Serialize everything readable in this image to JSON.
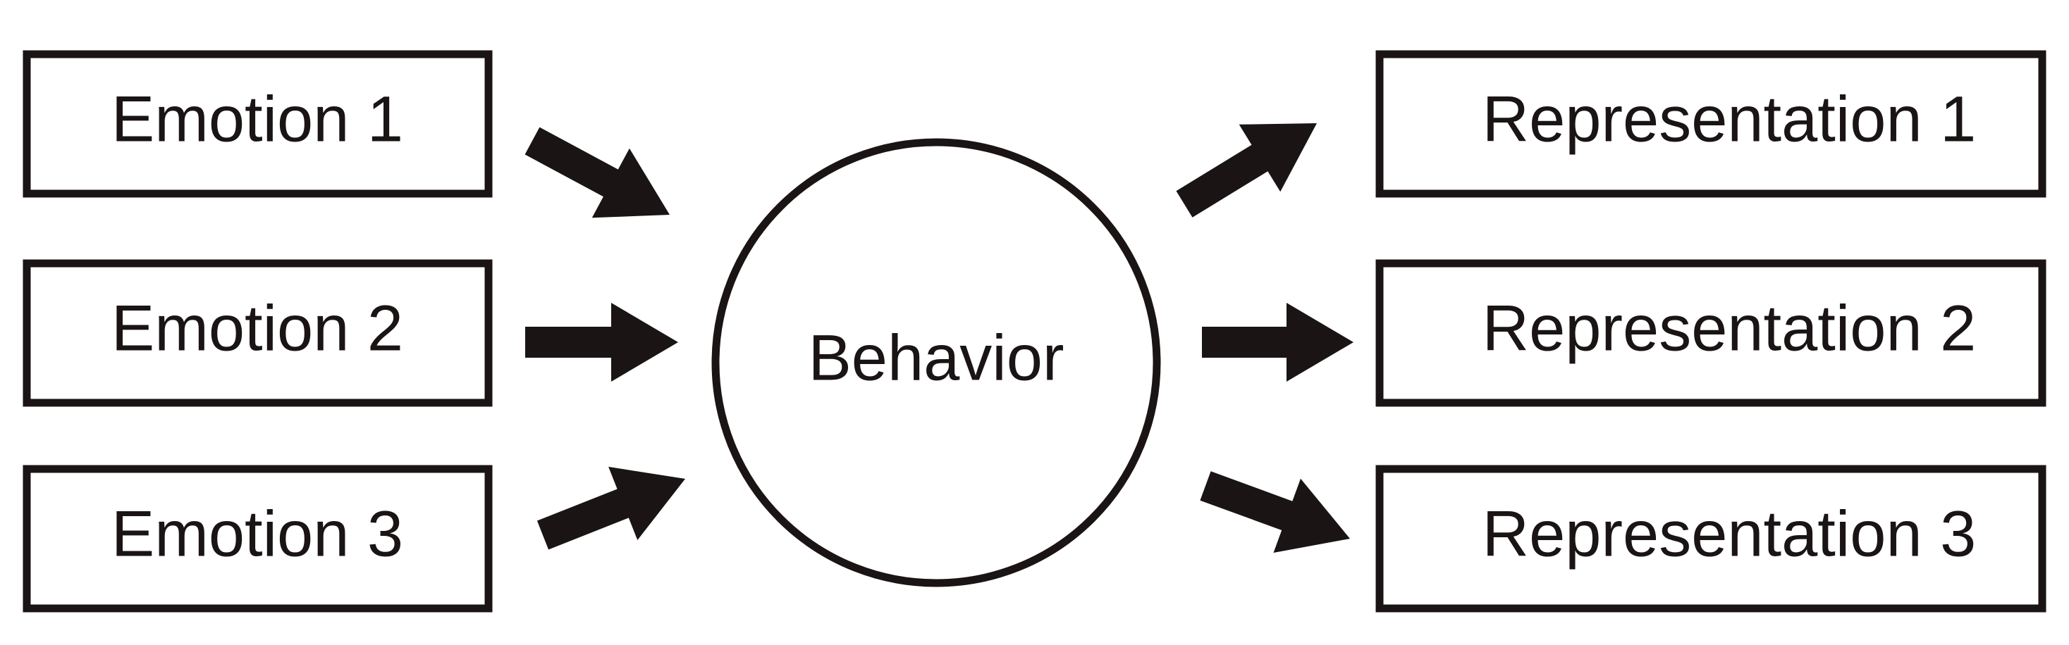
{
  "diagram": {
    "left_nodes": [
      {
        "label": "Emotion 1"
      },
      {
        "label": "Emotion 2"
      },
      {
        "label": "Emotion 3"
      }
    ],
    "center_node": {
      "label": "Behavior"
    },
    "right_nodes": [
      {
        "label": "Representation 1"
      },
      {
        "label": "Representation 2"
      },
      {
        "label": "Representation 3"
      }
    ],
    "colors": {
      "stroke": "#1a1414",
      "background": "#ffffff"
    }
  }
}
